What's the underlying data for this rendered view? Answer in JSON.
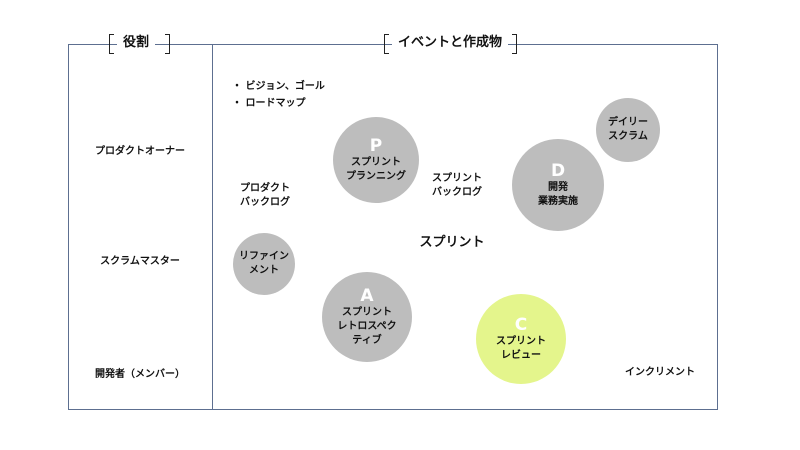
{
  "roles": {
    "title": "役割",
    "items": [
      {
        "label": "プロダクトオーナー",
        "icon": "person-icon"
      },
      {
        "label": "スクラムマスター",
        "icon": "person-headband-icon"
      },
      {
        "label": "開発者（メンバー）",
        "icon": "team-icon"
      }
    ]
  },
  "events": {
    "title": "イベントと作成物",
    "bullets": [
      "ビジョン、ゴール",
      "ロードマップ"
    ],
    "product_backlog": [
      "プロダクト",
      "バックログ"
    ],
    "sprint_backlog": [
      "スプリント",
      "バックログ"
    ],
    "refinement": [
      "リファイン",
      "メント"
    ],
    "sprint_center": "スプリント",
    "planning": {
      "letter": "P",
      "lines": [
        "スプリント",
        "プランニング"
      ]
    },
    "doing": {
      "letter": "D",
      "lines": [
        "開発",
        "業務実施"
      ]
    },
    "daily": [
      "デイリー",
      "スクラム"
    ],
    "review": {
      "letter": "C",
      "lines": [
        "スプリント",
        "レビュー"
      ]
    },
    "retro": {
      "letter": "A",
      "lines": [
        "スプリント",
        "レトロスペク",
        "ティブ"
      ]
    },
    "increment": "インクリメント"
  },
  "colors": {
    "border": "#5d6f90",
    "circle_gray": "#bdbdbd",
    "circle_lime": "#e4f58c",
    "stack_blue": "#3d8fe0",
    "stack_gray": "#9a9a9a",
    "arrow_blue": "#a9cde8"
  }
}
